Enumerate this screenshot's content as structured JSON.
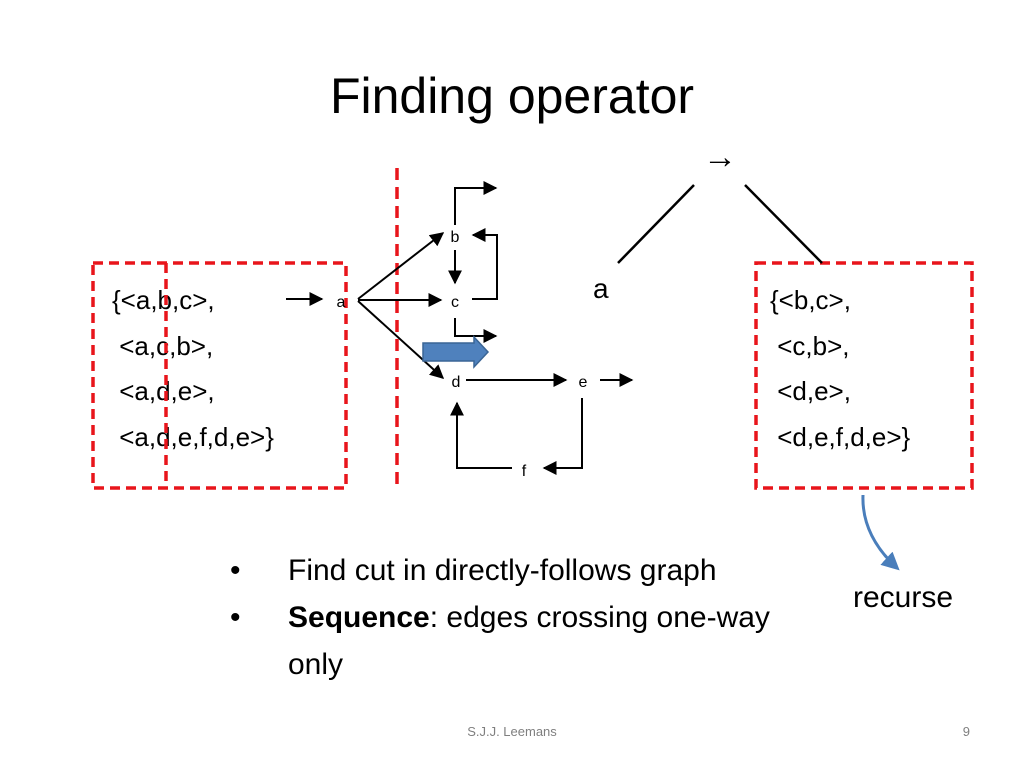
{
  "slide": {
    "title": "Finding operator",
    "log_left": [
      "{<a,b,c>,",
      " <a,c,b>,",
      " <a,d,e>,",
      " <a,d,e,f,d,e>}"
    ],
    "log_right": [
      "{<b,c>,",
      " <c,b>,",
      " <d,e>,",
      " <d,e,f,d,e>}"
    ],
    "graph_nodes": {
      "a": "a",
      "b": "b",
      "c": "c",
      "d": "d",
      "e": "e",
      "f": "f"
    },
    "tree_operator_symbol": "→",
    "tree_left_leaf": "a",
    "recurse_label": "recurse",
    "bullets": [
      {
        "bold": "",
        "text": "Find cut in directly-follows graph"
      },
      {
        "bold": "Sequence",
        "text": ": edges crossing one-way only"
      }
    ],
    "bullet_symbol": "•",
    "footer_author": "S.J.J. Leemans",
    "page_number": "9"
  },
  "colors": {
    "cut_box": "#e8151b",
    "cut_arrow_fill": "#4f81bd",
    "recurse_arrow": "#4a7ebb",
    "footer_text": "#7f7f7f"
  }
}
